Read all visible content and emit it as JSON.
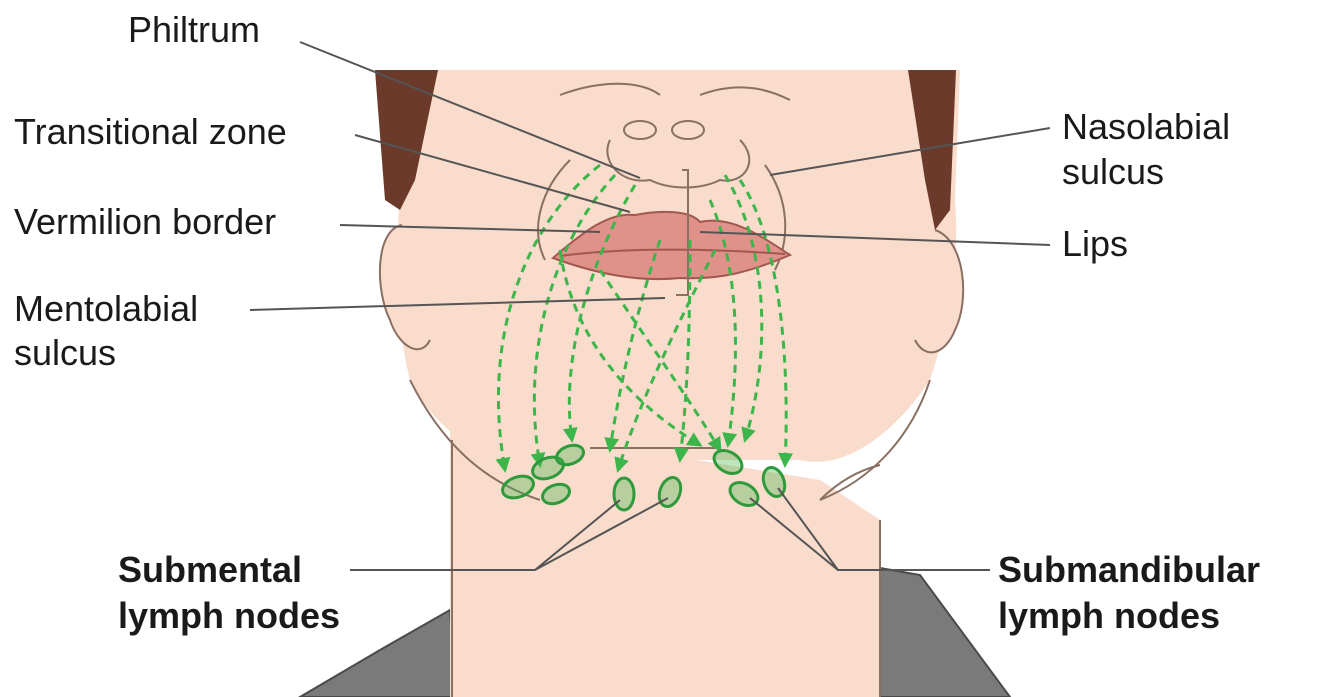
{
  "labels": {
    "philtrum": "Philtrum",
    "transitional_zone": "Transitional zone",
    "vermilion_border": "Vermilion border",
    "mentolabial_sulcus": [
      "Mentolabial",
      "sulcus"
    ],
    "nasolabial_sulcus": [
      "Nasolabial",
      "sulcus"
    ],
    "lips": "Lips",
    "submental_lymph_nodes": [
      "Submental",
      "lymph nodes"
    ],
    "submandibular_lymph_nodes": [
      "Submandibular",
      "lymph nodes"
    ]
  },
  "colors": {
    "skin": "#f9dccb",
    "skin_outline": "#8a6f63",
    "hair": "#6b3a2a",
    "lip": "#e0918a",
    "lymph_path": "#3cb64b",
    "clothing": "#7a7a7a",
    "leader_line": "#555555"
  }
}
